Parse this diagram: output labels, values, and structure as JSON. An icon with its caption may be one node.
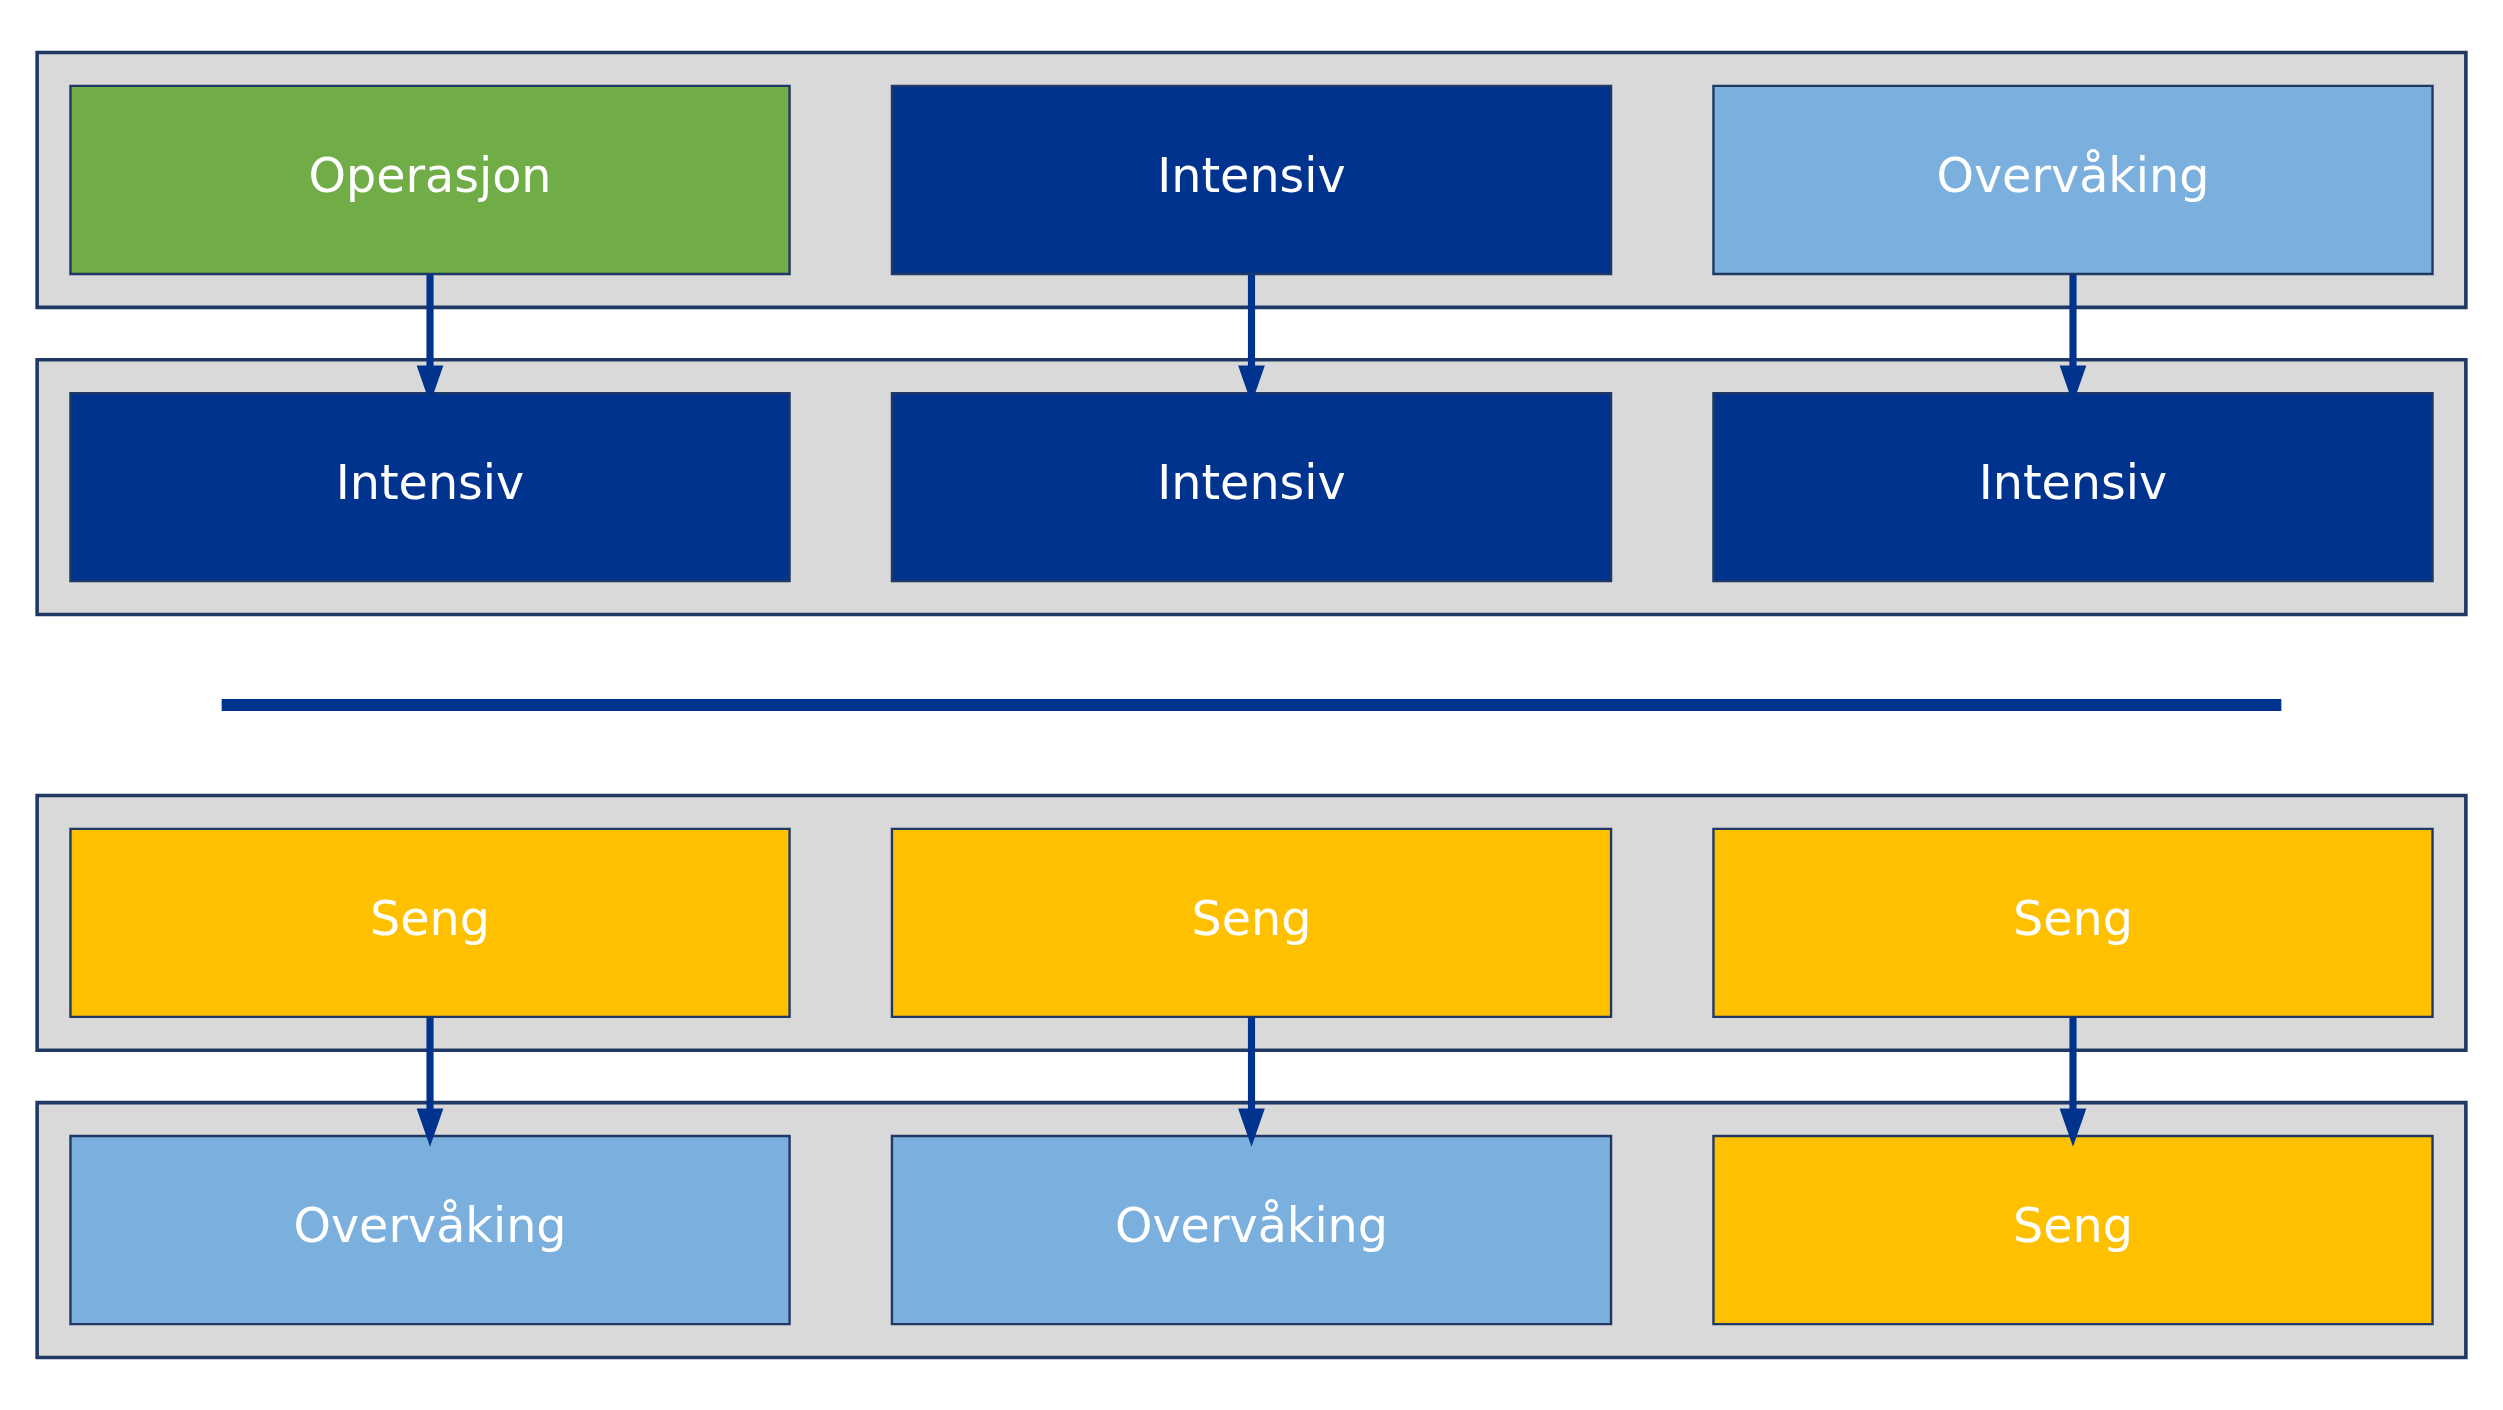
{
  "diagram": {
    "nodes": [
      {
        "text": [],
        "shape": "box"
      },
      {
        "text": [
          "Operasjon"
        ],
        "in": 0
      },
      {
        "text": [
          "Intensiv"
        ],
        "in": 0
      },
      {
        "text": [
          "Overvåking"
        ],
        "in": 0
      },
      {
        "text": [],
        "shape": "box"
      },
      {
        "text": [
          "Intensiv"
        ],
        "in": 4
      },
      {
        "text": [
          "Intensiv"
        ],
        "in": 4
      },
      {
        "text": [
          "Intensiv"
        ],
        "in": 4
      },
      {
        "text": [],
        "shape": "box"
      },
      {
        "text": [
          "Seng"
        ],
        "in": 8
      },
      {
        "text": [
          "Seng"
        ],
        "in": 8
      },
      {
        "text": [
          "Seng"
        ],
        "in": 8
      },
      {
        "text": [],
        "shape": "box"
      },
      {
        "text": [
          "Overvåking"
        ],
        "in": 12
      },
      {
        "text": [
          "Overvåking"
        ],
        "in": 12
      },
      {
        "text": [
          "Seng"
        ],
        "in": 12
      }
    ],
    "edges": [
      {
        "from": 1,
        "to": 5,
        "arrow": "to"
      },
      {
        "from": 2,
        "to": 6,
        "arrow": "to"
      },
      {
        "from": 3,
        "to": 7,
        "arrow": "to"
      },
      {
        "from": 9,
        "to": 13,
        "arrow": "to"
      },
      {
        "from": 10,
        "to": 14,
        "arrow": "to"
      },
      {
        "from": 11,
        "to": 15,
        "arrow": "to"
      }
    ]
  }
}
